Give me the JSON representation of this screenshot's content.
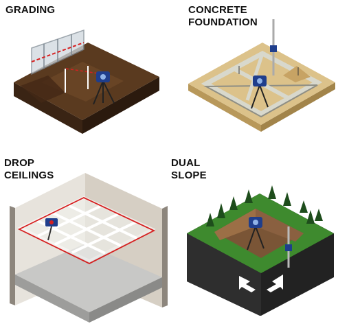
{
  "panels": {
    "grading": {
      "lines": [
        "GRADING"
      ]
    },
    "concrete": {
      "lines": [
        "CONCRETE",
        "FOUNDATION"
      ]
    },
    "drop": {
      "lines": [
        "DROP",
        "CEILINGS"
      ]
    },
    "dual": {
      "lines": [
        "DUAL",
        "SLOPE"
      ]
    }
  },
  "colors": {
    "laser": "#d62020",
    "tool_blue": "#1f3e8c",
    "soil": "#5a3a1f",
    "sand": "#dcc28a",
    "wall": "#d8d8cc",
    "grass": "#3e8a2e"
  }
}
